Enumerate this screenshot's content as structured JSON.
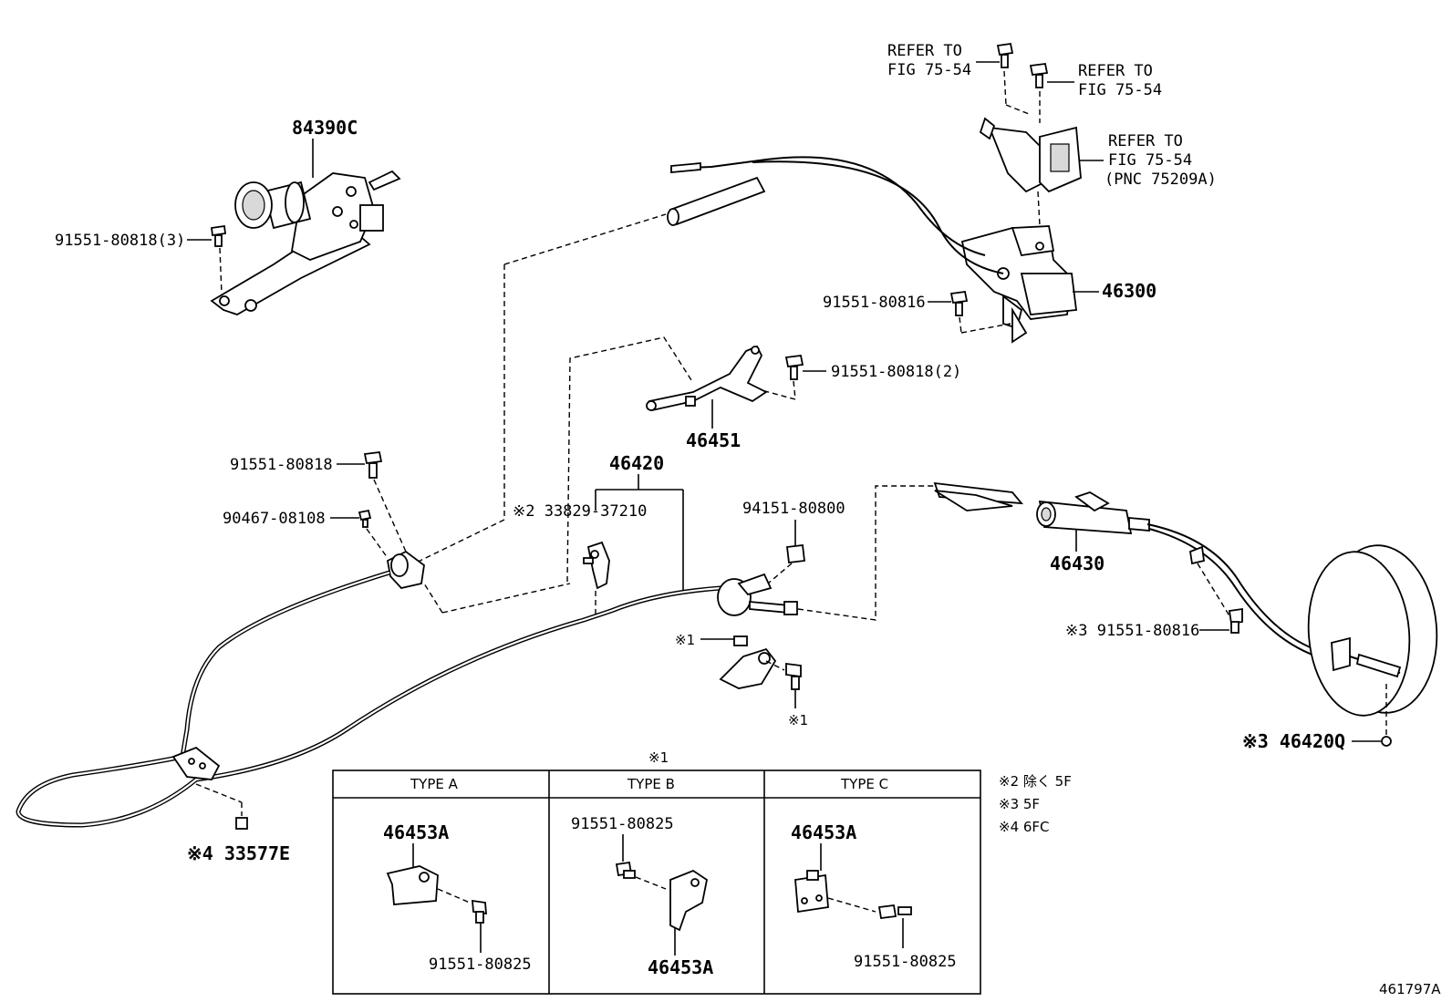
{
  "labels": {
    "refer1": [
      "REFER TO",
      "FIG 75-54"
    ],
    "refer2": [
      "REFER TO",
      "FIG 75-54"
    ],
    "refer3": [
      "REFER TO",
      "FIG 75-54",
      "(PNC 75209A)"
    ],
    "p84390C": "84390C",
    "p91551_80818_3": "91551-80818(3)",
    "p91551_80816_a": "91551-80816",
    "p46300": "46300",
    "p91551_80818_2": "91551-80818(2)",
    "p46451": "46451",
    "p91551_80818": "91551-80818",
    "p90467_08108": "90467-08108",
    "p46420": "46420",
    "p33829_37210": "※2 33829-37210",
    "p94151_80800": "94151-80800",
    "p46430": "46430",
    "p91551_80816_b": "※3 91551-80816",
    "note1_left": "※1",
    "note1_bottom": "※1",
    "p46420Q": "※3 46420Q",
    "p33577E": "※4 33577E",
    "table_ref": "※1",
    "figure_id": "461797A"
  },
  "notes": [
    "※2 除く 5F",
    "※3 5F",
    "※4 6FC"
  ],
  "table": {
    "headers": [
      "TYPE A",
      "TYPE B",
      "TYPE C"
    ],
    "type_a": {
      "part_top": "46453A",
      "part_bottom": "91551-80825"
    },
    "type_b": {
      "part_top": "91551-80825",
      "part_bottom": "46453A"
    },
    "type_c": {
      "part_top": "46453A",
      "part_bottom": "91551-80825"
    }
  }
}
